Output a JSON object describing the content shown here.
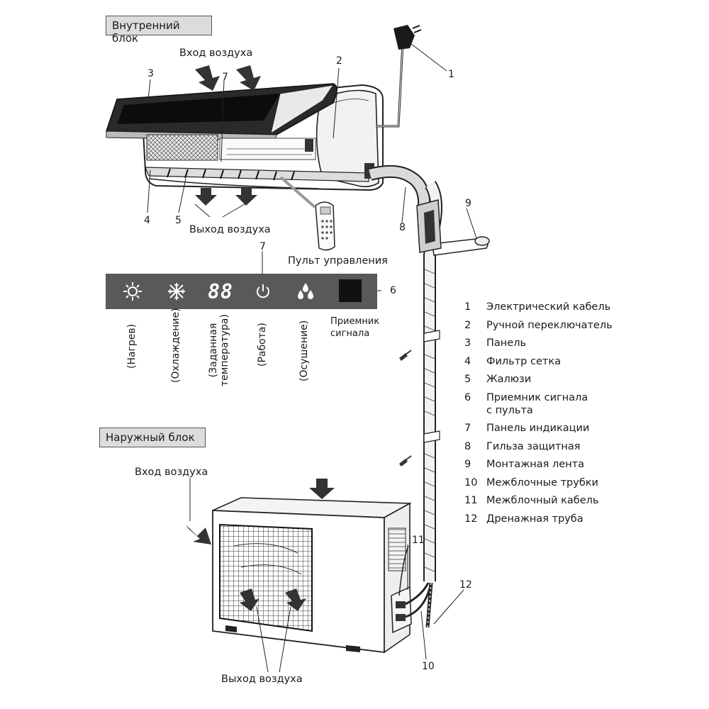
{
  "sections": {
    "indoor_title": "Внутренний блок",
    "outdoor_title": "Наружный блок"
  },
  "indoor": {
    "air_in": "Вход воздуха",
    "air_out": "Выход воздуха",
    "remote": "Пульт управления"
  },
  "outdoor": {
    "air_in": "Вход воздуха",
    "air_out": "Выход воздуха"
  },
  "callouts": {
    "n1": "1",
    "n2": "2",
    "n3": "3",
    "n4": "4",
    "n5": "5",
    "n6": "6",
    "n7": "7",
    "n7p": "7",
    "n8": "8",
    "n9": "9",
    "n10": "10",
    "n11": "11",
    "n12": "12"
  },
  "panel": {
    "display_digits": "88",
    "receiver_label": "Приемник сигнала",
    "captions": {
      "heat": "(Нагрев)",
      "cool": "(Охлаждение)",
      "temp": "(Заданная\nтемпература)",
      "run": "(Работа)",
      "dry": "(Осушение)"
    }
  },
  "legend": [
    {
      "num": "1",
      "text": "Электрический кабель"
    },
    {
      "num": "2",
      "text": "Ручной переключатель"
    },
    {
      "num": "3",
      "text": "Панель"
    },
    {
      "num": "4",
      "text": "Фильтр сетка"
    },
    {
      "num": "5",
      "text": "Жалюзи"
    },
    {
      "num": "6",
      "text": "Приемник сигнала\nс пульта"
    },
    {
      "num": "7",
      "text": "Панель индикации"
    },
    {
      "num": "8",
      "text": "Гильза защитная"
    },
    {
      "num": "9",
      "text": "Монтажная лента"
    },
    {
      "num": "10",
      "text": "Межблочные трубки"
    },
    {
      "num": "11",
      "text": "Межблочный кабель"
    },
    {
      "num": "12",
      "text": "Дренажная труба"
    }
  ]
}
